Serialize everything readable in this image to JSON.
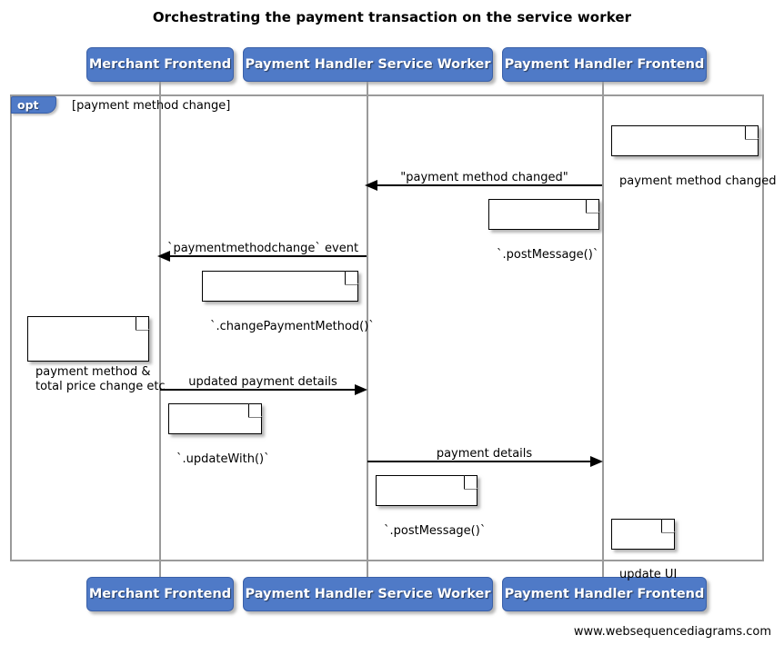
{
  "diagram": {
    "title": "Orchestrating the payment transaction on the service worker",
    "footer": "www.websequencediagrams.com",
    "colors": {
      "participant_fill": "#4f7ac7",
      "participant_border": "#3a60a8",
      "participant_text": "#ffffff",
      "lifeline": "#9a9a9a",
      "frame_border": "#9a9a9a",
      "note_fill": "#ffffff",
      "note_border": "#000000",
      "arrow": "#000000",
      "background": "#ffffff"
    },
    "participants": [
      {
        "id": "merchant-frontend",
        "label": "Merchant Frontend"
      },
      {
        "id": "payment-handler-service-worker",
        "label": "Payment Handler Service Worker"
      },
      {
        "id": "payment-handler-frontend",
        "label": "Payment Handler Frontend"
      }
    ],
    "fragment": {
      "type": "opt",
      "label": "opt",
      "guard": "[payment method change]"
    },
    "messages": [
      {
        "id": "msg-payment-method-changed",
        "label": "\"payment method changed\"",
        "from": "payment-handler-frontend",
        "to": "payment-handler-service-worker",
        "direction": "left"
      },
      {
        "id": "msg-paymentmethodchange-event",
        "label": "`paymentmethodchange` event",
        "from": "payment-handler-service-worker",
        "to": "merchant-frontend",
        "direction": "left"
      },
      {
        "id": "msg-updated-payment-details",
        "label": "updated payment details",
        "from": "merchant-frontend",
        "to": "payment-handler-service-worker",
        "direction": "right"
      },
      {
        "id": "msg-payment-details",
        "label": "payment details",
        "from": "payment-handler-service-worker",
        "to": "payment-handler-frontend",
        "direction": "right"
      }
    ],
    "notes": [
      {
        "id": "note-payment-method-changed",
        "text": "payment method changed"
      },
      {
        "id": "note-post-message-1",
        "text": "`.postMessage()`"
      },
      {
        "id": "note-change-payment-method",
        "text": "`.changePaymentMethod()`"
      },
      {
        "id": "note-payment-method-total-price",
        "text": "payment method &\ntotal price change etc"
      },
      {
        "id": "note-update-with",
        "text": "`.updateWith()`"
      },
      {
        "id": "note-post-message-2",
        "text": "`.postMessage()`"
      },
      {
        "id": "note-update-ui",
        "text": "update UI"
      }
    ]
  }
}
